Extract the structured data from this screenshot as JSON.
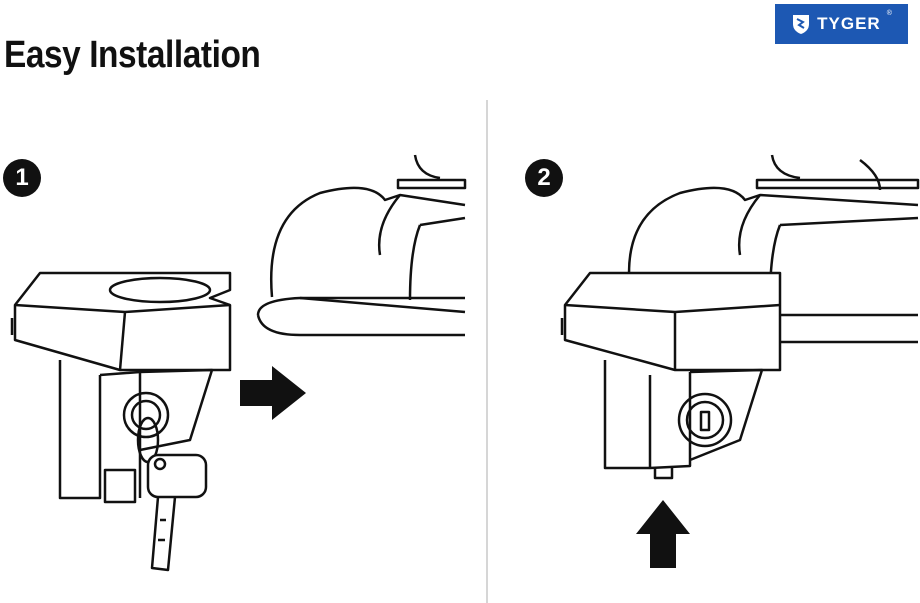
{
  "title": "Easy Installation",
  "logo": {
    "text": "TYGER",
    "registered": "®",
    "color": "#1d58b3"
  },
  "steps": [
    {
      "number": "1"
    },
    {
      "number": "2"
    }
  ]
}
